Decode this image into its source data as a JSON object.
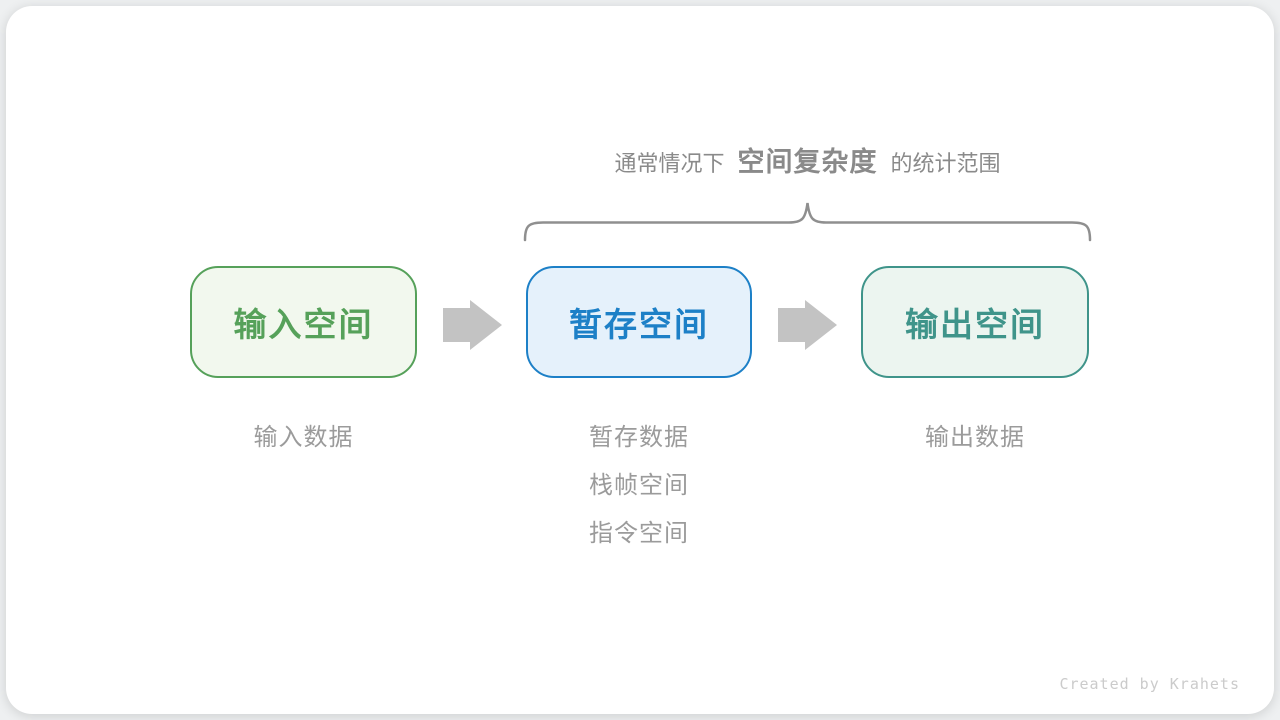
{
  "page": {
    "background": "#eef0f1",
    "card_background": "#ffffff"
  },
  "caption": {
    "prefix": "通常情况下",
    "highlight": "空间复杂度",
    "suffix": "的统计范围",
    "color": "#8a8a8a"
  },
  "brace": {
    "color": "#8f8f8f"
  },
  "boxes": [
    {
      "id": "input-space",
      "label": "输入空间",
      "border": "#56a15a",
      "fill": "#f2f8ee",
      "text": "#56a15a"
    },
    {
      "id": "temp-space",
      "label": "暂存空间",
      "border": "#1d80c7",
      "fill": "#e5f1fb",
      "text": "#1d80c7"
    },
    {
      "id": "output-space",
      "label": "输出空间",
      "border": "#3f948a",
      "fill": "#ecf5f0",
      "text": "#3f948a"
    }
  ],
  "arrows": {
    "color": "#c3c3c3"
  },
  "sublabels": {
    "color": "#9b9b9b",
    "input": [
      "输入数据"
    ],
    "temp": [
      "暂存数据",
      "栈帧空间",
      "指令空间"
    ],
    "output": [
      "输出数据"
    ]
  },
  "credit": {
    "text": "Created by Krahets",
    "color": "#cbcbcb"
  }
}
